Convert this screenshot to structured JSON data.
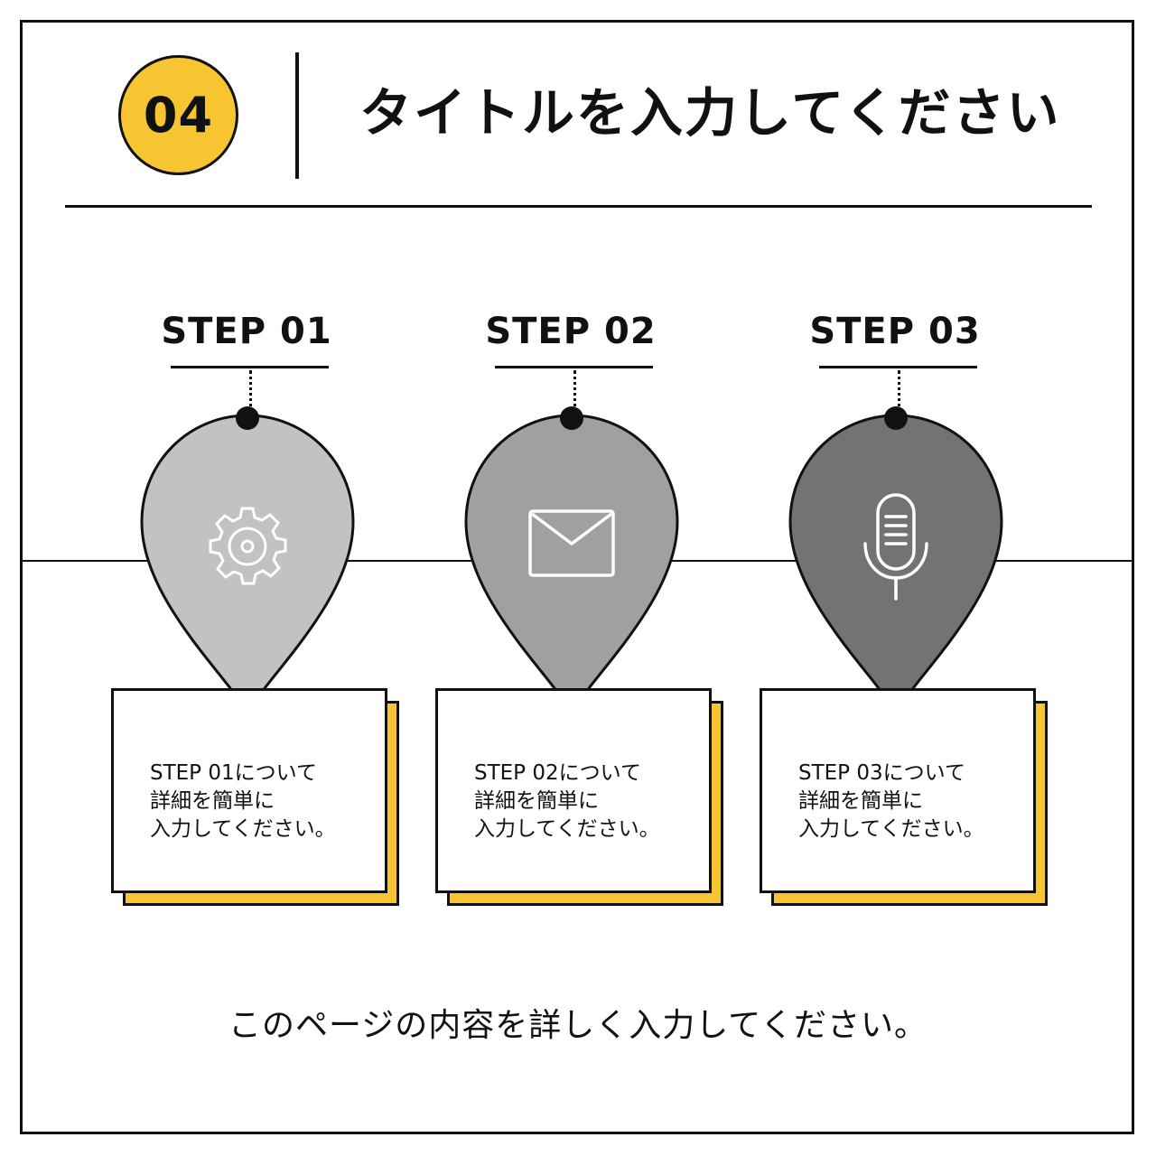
{
  "header": {
    "number": "04",
    "title": "タイトルを入力してください"
  },
  "steps": [
    {
      "label": "STEP 01",
      "icon": "gear-icon",
      "pin_color": "#c2c1c4",
      "description": "STEP 01について\n詳細を簡単に\n入力してください。"
    },
    {
      "label": "STEP 02",
      "icon": "envelope-icon",
      "pin_color": "#a09fa2",
      "description": "STEP 02について\n詳細を簡単に\n入力してください。"
    },
    {
      "label": "STEP 03",
      "icon": "microphone-icon",
      "pin_color": "#737275",
      "description": "STEP 03について\n詳細を簡単に\n入力してください。"
    }
  ],
  "footer": {
    "text": "このページの内容を詳しく入力してください。"
  },
  "colors": {
    "accent": "#f7c531",
    "line": "#111111",
    "background": "#ffffff"
  }
}
